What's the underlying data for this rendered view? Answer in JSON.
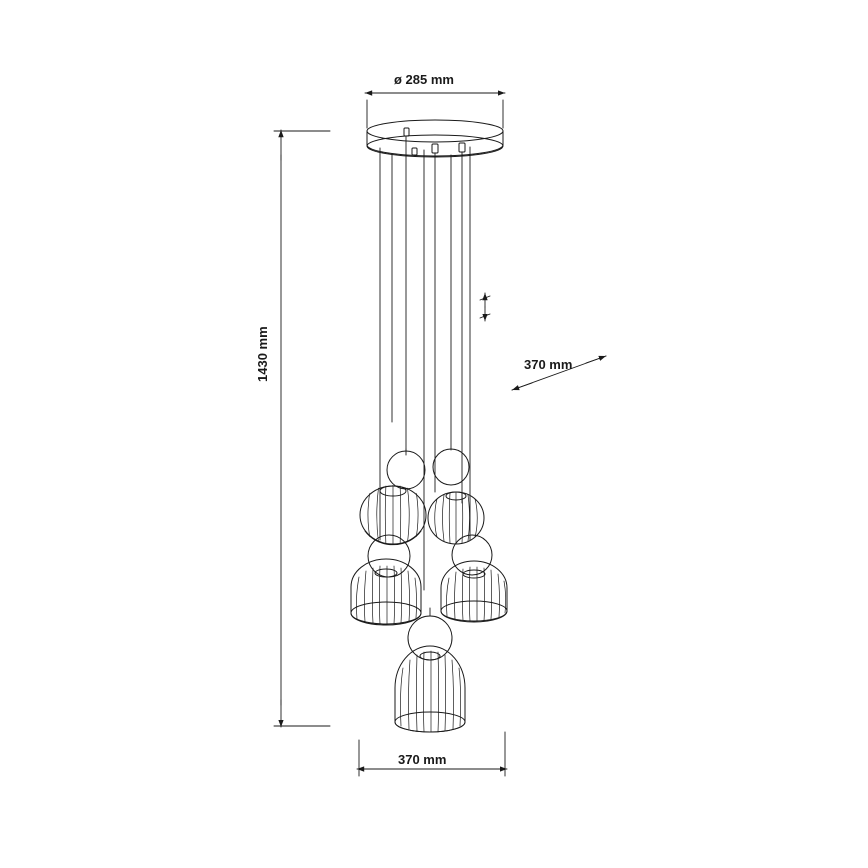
{
  "drawing": {
    "title": "pendant-lamp-technical-drawing",
    "line_color": "#1a1a1a",
    "background": "#ffffff",
    "dimensions": {
      "diameter": "ø 285 mm",
      "height": "1430 mm",
      "cord_length": "370 mm",
      "width": "370 mm"
    }
  }
}
